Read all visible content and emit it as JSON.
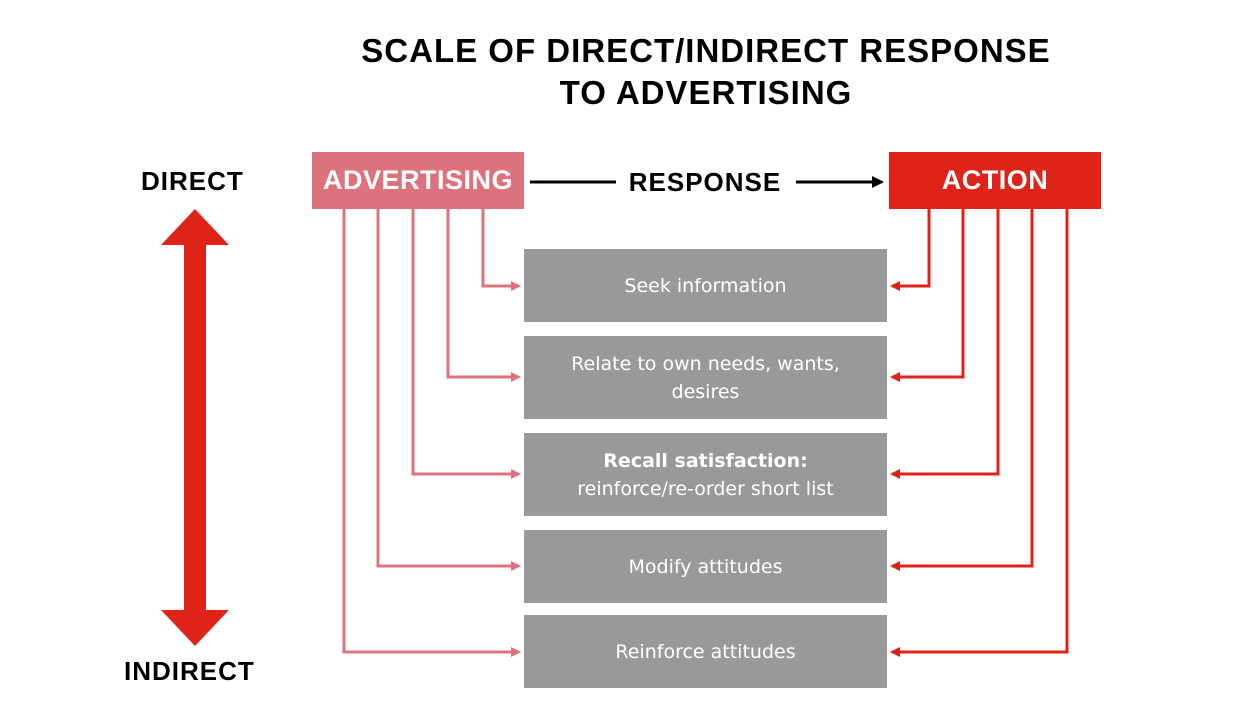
{
  "title": {
    "line1": "SCALE OF DIRECT/INDIRECT RESPONSE",
    "line2": "TO ADVERTISING"
  },
  "scale": {
    "top_label": "DIRECT",
    "bottom_label": "INDIRECT"
  },
  "header": {
    "source": "ADVERTISING",
    "middle": "RESPONSE",
    "target": "ACTION"
  },
  "responses": [
    {
      "bold": "",
      "text": "Seek information"
    },
    {
      "bold": "",
      "text": "Relate to own needs, wants, desires"
    },
    {
      "bold": "Recall satisfaction:",
      "text": "reinforce/re-order short list"
    },
    {
      "bold": "",
      "text": "Modify attitudes"
    },
    {
      "bold": "",
      "text": "Reinforce attitudes"
    }
  ],
  "colors": {
    "advertising": "#dc727b",
    "action": "#e02319",
    "response_box": "#999999",
    "scale_arrow": "#e02319"
  }
}
